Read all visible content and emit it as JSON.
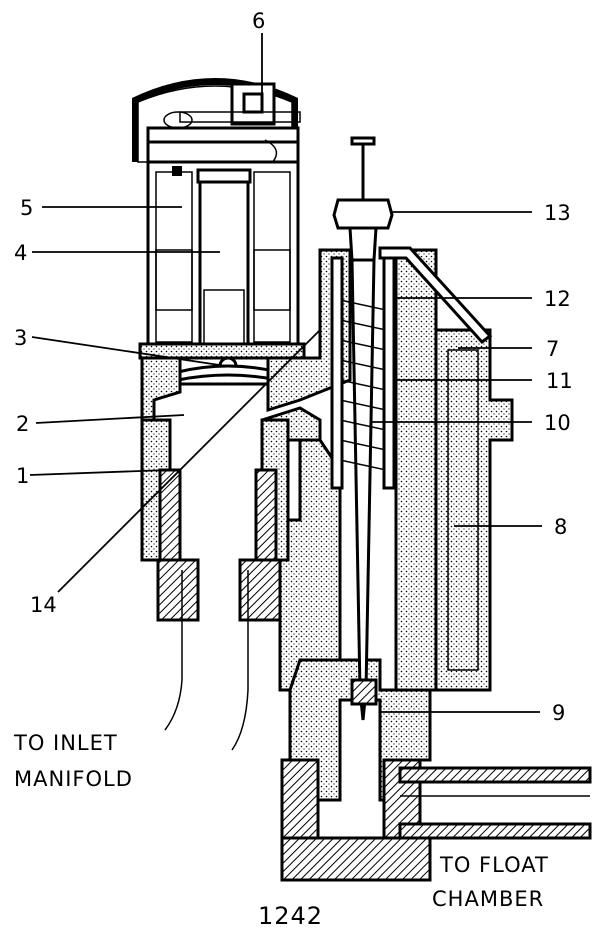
{
  "callouts": [
    {
      "id": "1",
      "label": "1"
    },
    {
      "id": "2",
      "label": "2"
    },
    {
      "id": "3",
      "label": "3"
    },
    {
      "id": "4",
      "label": "4"
    },
    {
      "id": "5",
      "label": "5"
    },
    {
      "id": "6",
      "label": "6"
    },
    {
      "id": "7",
      "label": "7"
    },
    {
      "id": "8",
      "label": "8"
    },
    {
      "id": "9",
      "label": "9"
    },
    {
      "id": "10",
      "label": "10"
    },
    {
      "id": "11",
      "label": "11"
    },
    {
      "id": "12",
      "label": "12"
    },
    {
      "id": "13",
      "label": "13"
    },
    {
      "id": "14",
      "label": "14"
    }
  ],
  "captions": {
    "inlet_line1": "TO INLET",
    "inlet_line2": "MANIFOLD",
    "float_line1": "TO FLOAT",
    "float_line2": "CHAMBER"
  },
  "figure_number": "1242"
}
